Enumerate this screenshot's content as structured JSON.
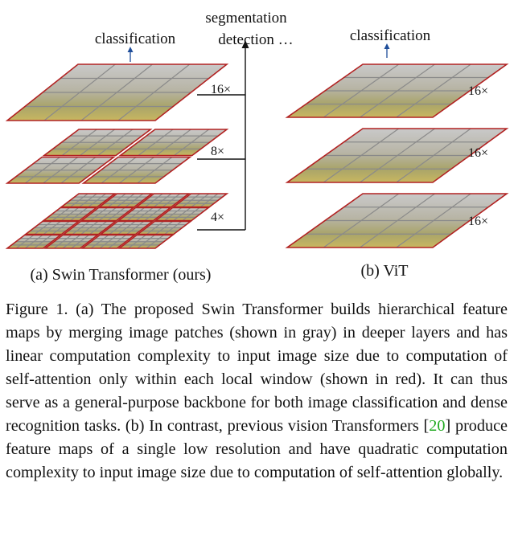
{
  "figure": {
    "swin": {
      "output_label": "classification",
      "dense_label_line1": "segmentation",
      "dense_label_line2": "detection …",
      "scales": [
        "16×",
        "8×",
        "4×"
      ],
      "subcaption": "(a) Swin Transformer (ours)"
    },
    "vit": {
      "output_label": "classification",
      "scales": [
        "16×",
        "16×",
        "16×"
      ],
      "subcaption": "(b) ViT"
    },
    "colors": {
      "window_border": "#b22222",
      "patch_grid": "#8a8a8a",
      "arrow_up": "#1f4e9a",
      "cite_link": "#22aa22"
    }
  },
  "caption": {
    "text_before_cite": "Figure 1. (a) The proposed Swin Transformer builds hierarchical feature maps by merging image patches (shown in gray) in deeper layers and has linear computation complexity to input image size due to computation of self-attention only within each local window (shown in red). It can thus serve as a general-purpose backbone for both image classification and dense recognition tasks. (b) In contrast, previous vision Transformers ",
    "cite_open": "[",
    "cite_number": "20",
    "cite_close": "]",
    "text_after_cite": " produce feature maps of a single low resolution and have quadratic computation complexity to input image size due to computation of self-attention globally."
  }
}
